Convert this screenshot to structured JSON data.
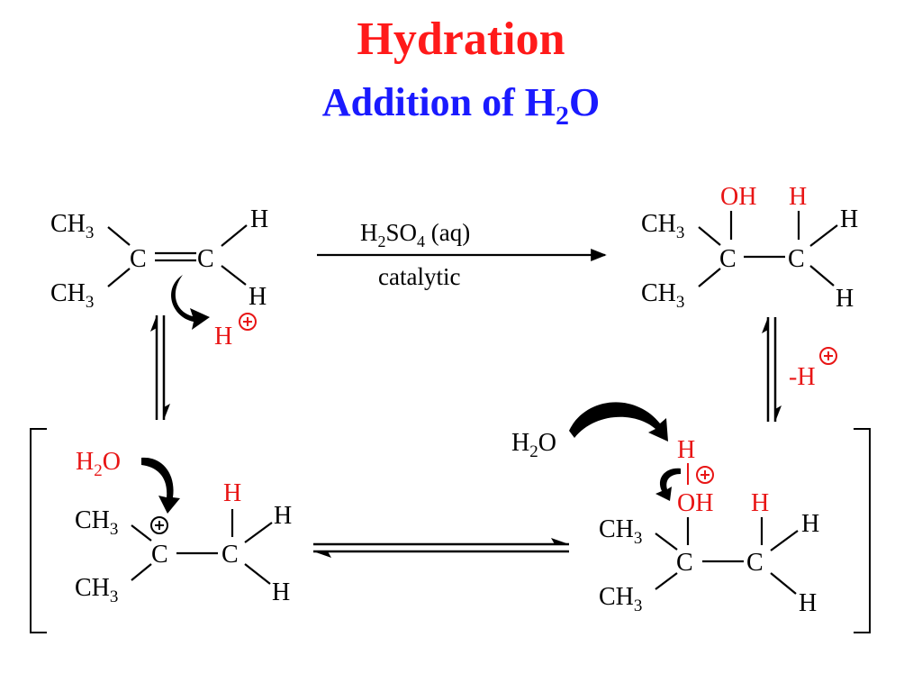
{
  "title": "Hydration",
  "subtitle": {
    "text": "Addition of H",
    "sub": "2",
    "tail": "O"
  },
  "colors": {
    "title": "#ff1a1a",
    "subtitle": "#1a1aff",
    "highlight": "#e81515",
    "ink": "#000000"
  },
  "reagent": {
    "line1": {
      "a": "H",
      "s1": "2",
      "b": "SO",
      "s2": "4",
      "c": " (aq)"
    },
    "line2": "catalytic"
  },
  "atoms": {
    "C": "C",
    "H": "H",
    "CH": "CH",
    "sub3": "3",
    "OH": "OH",
    "O": "O",
    "sub2": "2",
    "minusH": "-H"
  },
  "icons": [
    "curved-arrow-icon",
    "plus-charge-icon",
    "equilibrium-arrow-icon",
    "bracket"
  ]
}
